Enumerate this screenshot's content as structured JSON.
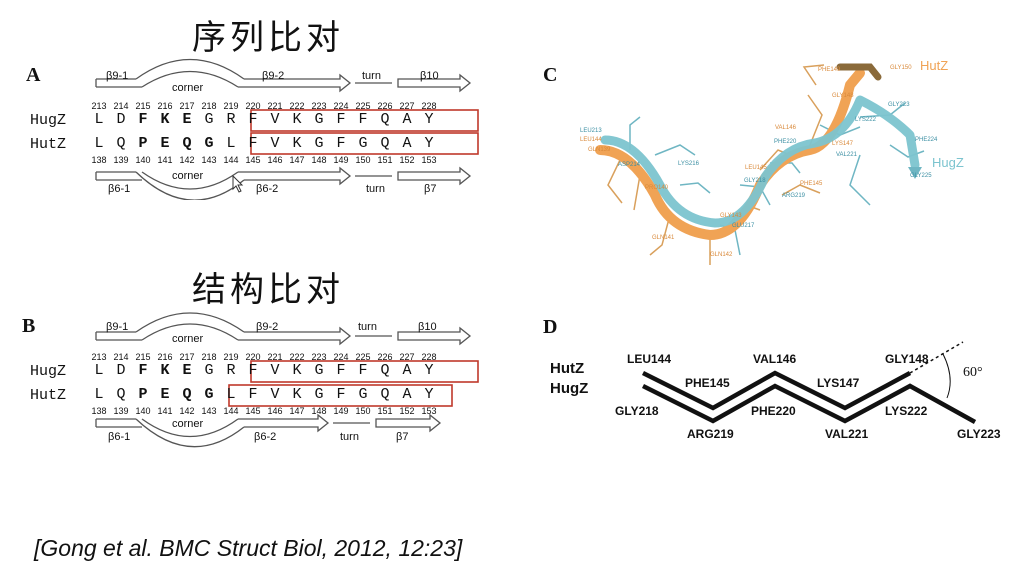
{
  "titles": {
    "seq": "序列比对",
    "struct": "结构比对"
  },
  "panels": {
    "a": "A",
    "b": "B",
    "c": "C",
    "d": "D"
  },
  "panel_a": {
    "top": {
      "label": "HugZ",
      "nums": [
        "213",
        "214",
        "215",
        "216",
        "217",
        "218",
        "219",
        "220",
        "221",
        "222",
        "223",
        "224",
        "225",
        "226",
        "227",
        "228"
      ],
      "residues": [
        "L",
        "D",
        "F",
        "K",
        "E",
        "G",
        "R",
        "F",
        "V",
        "K",
        "G",
        "F",
        "F",
        "Q",
        "A",
        "Y"
      ],
      "ss": [
        "β9-1",
        "corner",
        "β9-2",
        "turn",
        "β10"
      ]
    },
    "bottom": {
      "label": "HutZ",
      "nums": [
        "138",
        "139",
        "140",
        "141",
        "142",
        "143",
        "144",
        "145",
        "146",
        "147",
        "148",
        "149",
        "150",
        "151",
        "152",
        "153"
      ],
      "residues": [
        "L",
        "Q",
        "P",
        "E",
        "Q",
        "G",
        "L",
        "F",
        "V",
        "K",
        "G",
        "F",
        "G",
        "Q",
        "A",
        "Y"
      ],
      "ss": [
        "β6-1",
        "corner",
        "β6-2",
        "turn",
        "β7"
      ]
    }
  },
  "panel_b": {
    "top": {
      "label": "HugZ",
      "nums": [
        "213",
        "214",
        "215",
        "216",
        "217",
        "218",
        "219",
        "220",
        "221",
        "222",
        "223",
        "224",
        "225",
        "226",
        "227",
        "228"
      ],
      "residues": [
        "L",
        "D",
        "F",
        "K",
        "E",
        "G",
        "R",
        "F",
        "V",
        "K",
        "G",
        "F",
        "F",
        "Q",
        "A",
        "Y"
      ],
      "ss": [
        "β9-1",
        "corner",
        "β9-2",
        "turn",
        "β10"
      ]
    },
    "bottom": {
      "label": "HutZ",
      "nums": [
        "138",
        "139",
        "140",
        "141",
        "142",
        "143",
        "144",
        "145",
        "146",
        "147",
        "148",
        "149",
        "150",
        "151",
        "152",
        "153"
      ],
      "residues": [
        "L",
        "Q",
        "P",
        "E",
        "Q",
        "G",
        "L",
        "F",
        "V",
        "K",
        "G",
        "F",
        "G",
        "Q",
        "A",
        "Y"
      ],
      "ss": [
        "β6-1",
        "corner",
        "β6-2",
        "turn",
        "β7"
      ]
    }
  },
  "panel_c": {
    "hutz": "HutZ",
    "hugz": "HugZ",
    "labels_orange": [
      "PHE149",
      "GLY150",
      "LEU144",
      "GLN139",
      "LEU145",
      "VAL146",
      "PHE145",
      "GLY143",
      "GLN141",
      "GLN142",
      "PRO140",
      "LYS147",
      "GLY148"
    ],
    "labels_blue": [
      "GLY223",
      "LYS222",
      "PHE224",
      "GLY225",
      "VAL221",
      "PHE220",
      "ARG219",
      "GLU217",
      "LYS216",
      "ASP214",
      "LEU213",
      "GLY218"
    ],
    "colors": {
      "hutz": "#f0a355",
      "hugz": "#7cc4cf"
    }
  },
  "panel_d": {
    "legend": [
      "HutZ",
      "HugZ"
    ],
    "top_labels": [
      "LEU144",
      "PHE145",
      "VAL146",
      "LYS147",
      "GLY148"
    ],
    "bottom_labels": [
      "GLY218",
      "ARG219",
      "PHE220",
      "VAL221",
      "LYS222",
      "GLY223"
    ],
    "angle": "60°"
  },
  "reference": "[Gong et al. BMC Struct Biol, 2012, 12:23]"
}
